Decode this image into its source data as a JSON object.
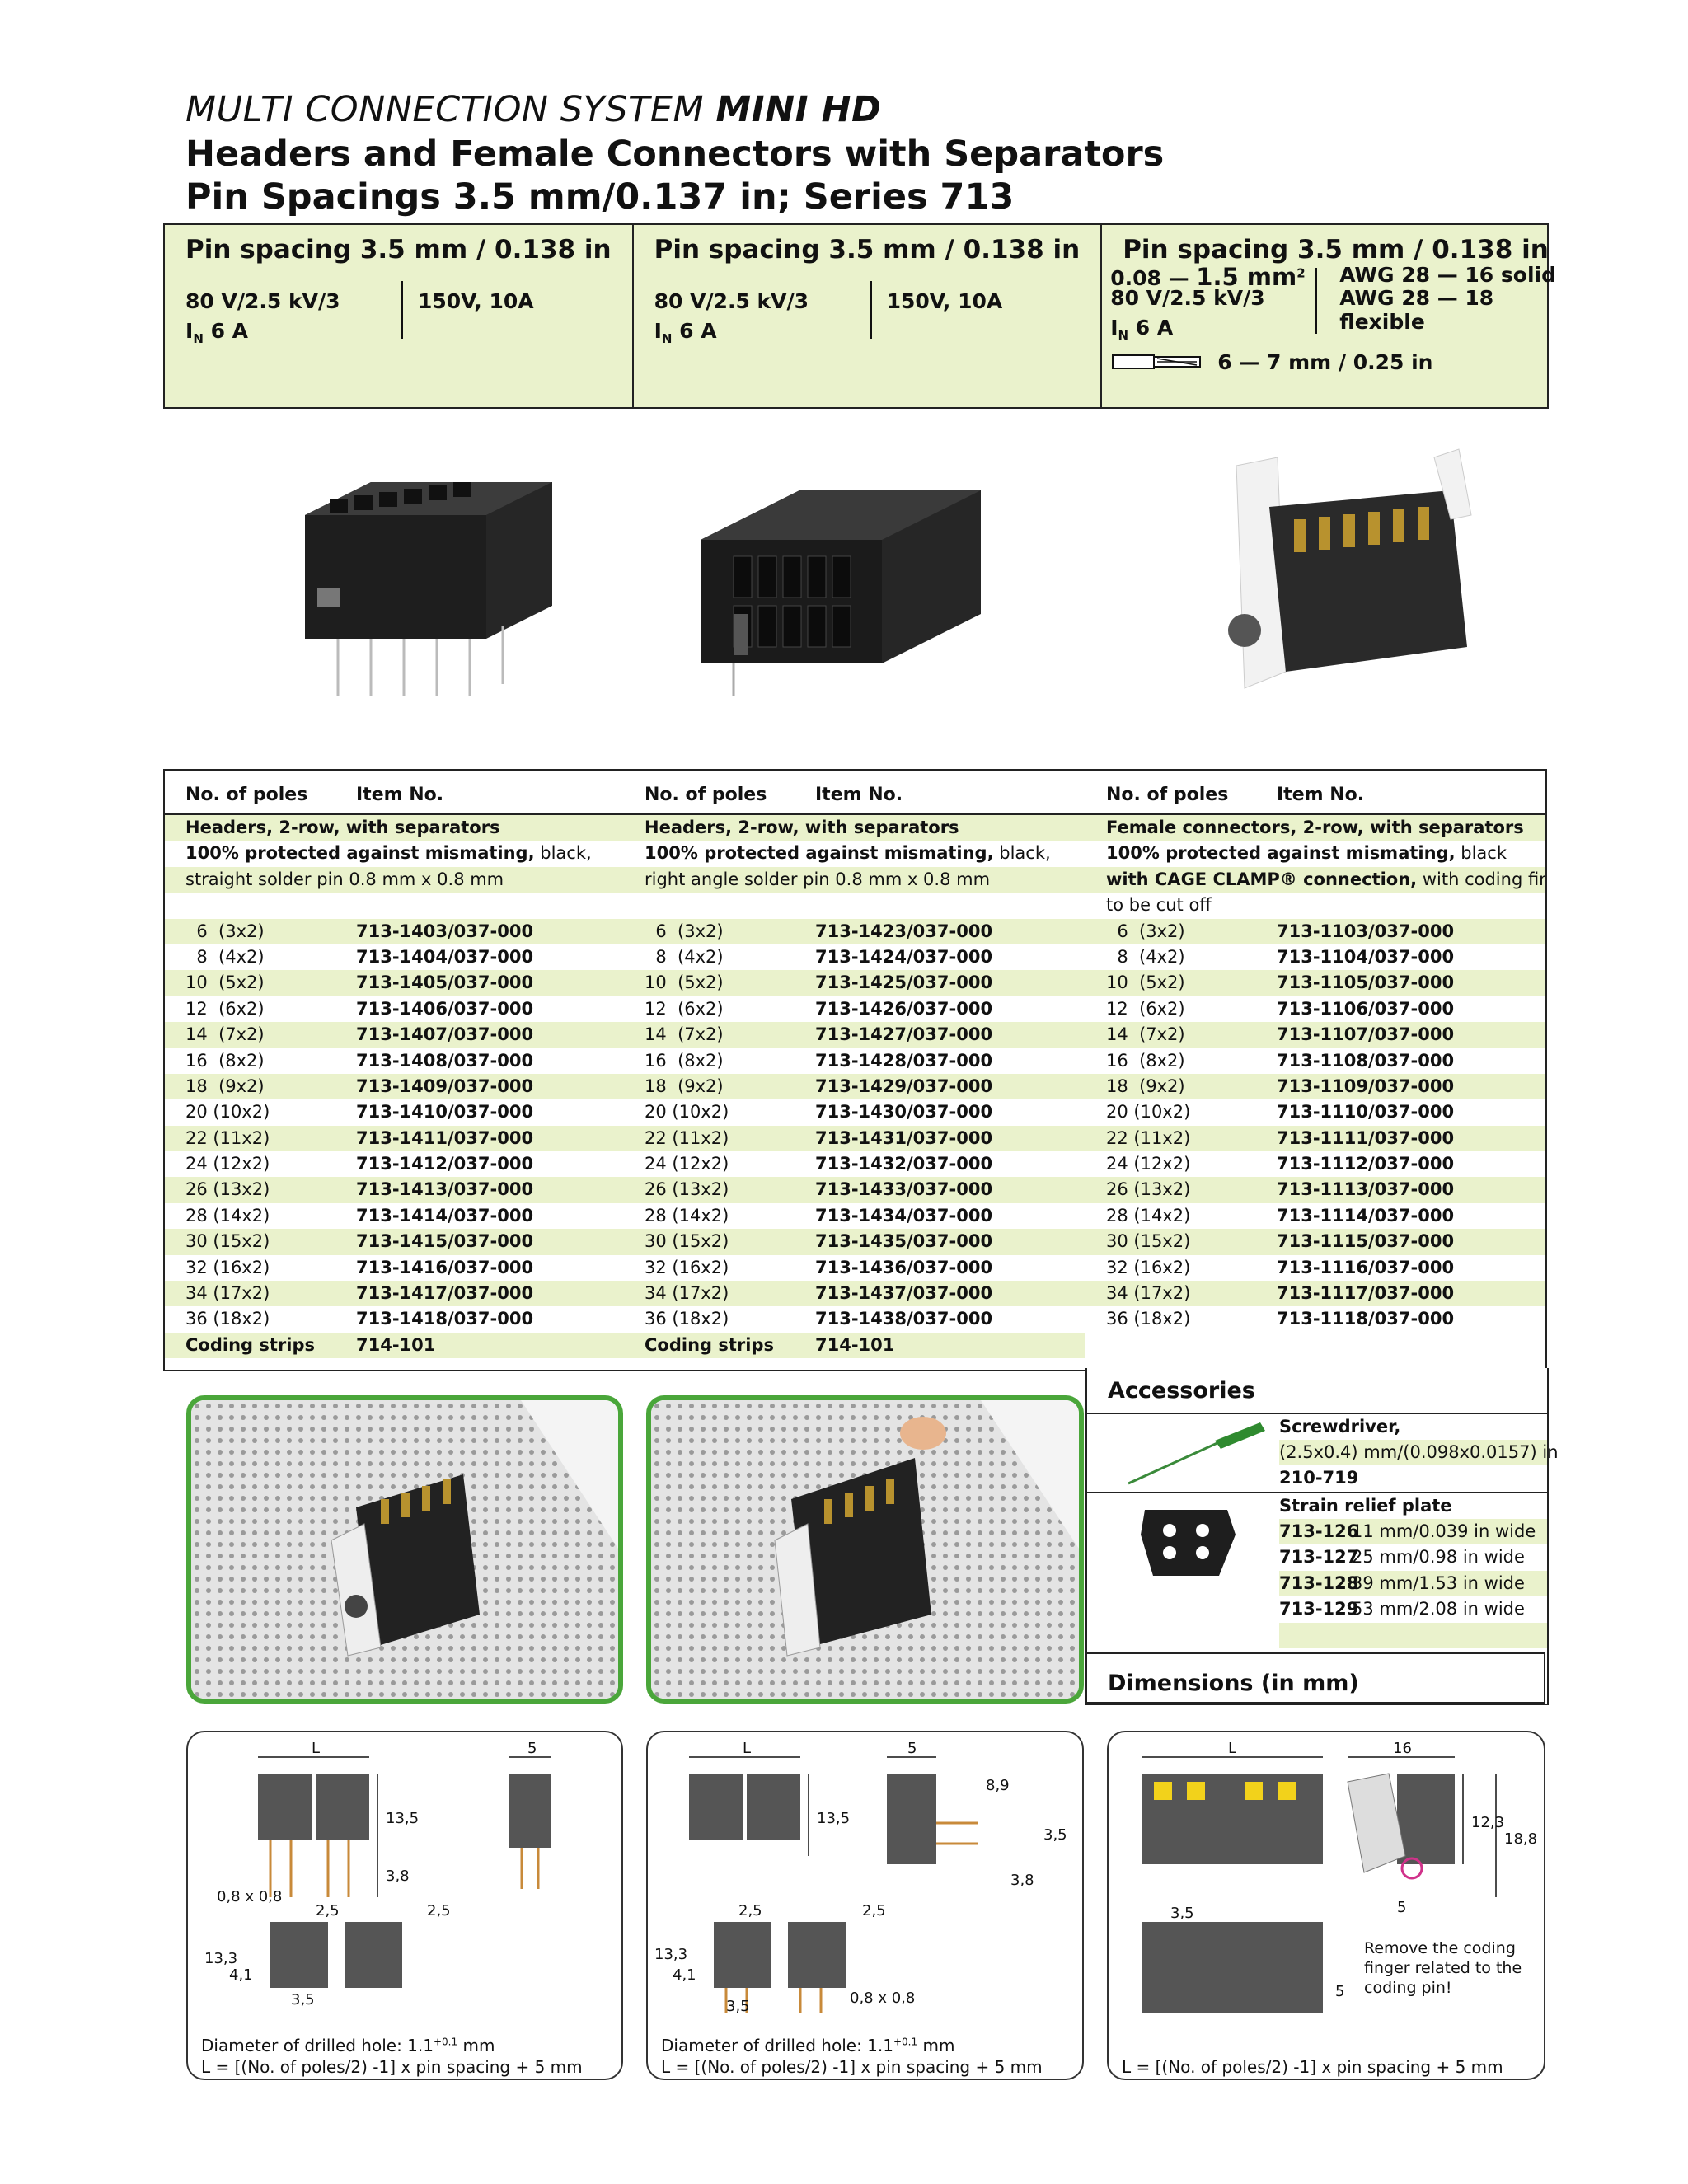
{
  "header": {
    "title_line1_a": "MULTI CONNECTION SYSTEM ",
    "title_line1_b": "MINI HD",
    "title_line2": "Headers and Female Connectors with Separators",
    "title_line3": "Pin Spacings 3.5 mm/0.137 in; Series 713"
  },
  "specs": [
    {
      "head": "Pin spacing 3.5 mm / 0.138 in",
      "left1": "80 V/2.5 kV/3",
      "left2": "I",
      "left2_sub": "N",
      "left2_val": " 6 A",
      "right1": "150V, 10A"
    },
    {
      "head": "Pin spacing 3.5 mm / 0.138 in",
      "left1": "80 V/2.5 kV/3",
      "left2": "I",
      "left2_sub": "N",
      "left2_val": " 6 A",
      "right1": "150V, 10A"
    },
    {
      "head": "Pin spacing 3.5 mm / 0.138 in",
      "wire_a": "0.08 — ",
      "wire_b": "1.5 mm",
      "wire_sup": "2",
      "left1": "80 V/2.5 kV/3",
      "left2": "I",
      "left2_sub": "N",
      "left2_val": " 6 A",
      "right1": "AWG 28 — 16 solid",
      "right2": "AWG 28 — 18 flexible",
      "strip": "6 — 7 mm / 0.25 in"
    }
  ],
  "tables": [
    {
      "col_poles": "No. of poles",
      "col_item": "Item No.",
      "desc": [
        {
          "bold": "Headers, 2-row, with separators",
          "normal": ""
        },
        {
          "bold": "100% protected against mismating,",
          "normal": " black,"
        },
        {
          "bold": "",
          "normal": "straight solder pin 0.8 mm x 0.8 mm"
        },
        {
          "bold": "",
          "normal": ""
        }
      ],
      "rows": [
        [
          "  6  (3x2)",
          "713-1403/037-000"
        ],
        [
          "  8  (4x2)",
          "713-1404/037-000"
        ],
        [
          "10  (5x2)",
          "713-1405/037-000"
        ],
        [
          "12  (6x2)",
          "713-1406/037-000"
        ],
        [
          "14  (7x2)",
          "713-1407/037-000"
        ],
        [
          "16  (8x2)",
          "713-1408/037-000"
        ],
        [
          "18  (9x2)",
          "713-1409/037-000"
        ],
        [
          "20 (10x2)",
          "713-1410/037-000"
        ],
        [
          "22 (11x2)",
          "713-1411/037-000"
        ],
        [
          "24 (12x2)",
          "713-1412/037-000"
        ],
        [
          "26 (13x2)",
          "713-1413/037-000"
        ],
        [
          "28 (14x2)",
          "713-1414/037-000"
        ],
        [
          "30 (15x2)",
          "713-1415/037-000"
        ],
        [
          "32 (16x2)",
          "713-1416/037-000"
        ],
        [
          "34 (17x2)",
          "713-1417/037-000"
        ],
        [
          "36 (18x2)",
          "713-1418/037-000"
        ]
      ],
      "coding": [
        "Coding strips",
        "714-101"
      ]
    },
    {
      "col_poles": "No. of poles",
      "col_item": "Item No.",
      "desc": [
        {
          "bold": "Headers, 2-row, with separators",
          "normal": ""
        },
        {
          "bold": "100% protected against mismating,",
          "normal": " black,"
        },
        {
          "bold": "",
          "normal": "right angle solder pin 0.8 mm x 0.8 mm"
        },
        {
          "bold": "",
          "normal": ""
        }
      ],
      "rows": [
        [
          "  6  (3x2)",
          "713-1423/037-000"
        ],
        [
          "  8  (4x2)",
          "713-1424/037-000"
        ],
        [
          "10  (5x2)",
          "713-1425/037-000"
        ],
        [
          "12  (6x2)",
          "713-1426/037-000"
        ],
        [
          "14  (7x2)",
          "713-1427/037-000"
        ],
        [
          "16  (8x2)",
          "713-1428/037-000"
        ],
        [
          "18  (9x2)",
          "713-1429/037-000"
        ],
        [
          "20 (10x2)",
          "713-1430/037-000"
        ],
        [
          "22 (11x2)",
          "713-1431/037-000"
        ],
        [
          "24 (12x2)",
          "713-1432/037-000"
        ],
        [
          "26 (13x2)",
          "713-1433/037-000"
        ],
        [
          "28 (14x2)",
          "713-1434/037-000"
        ],
        [
          "30 (15x2)",
          "713-1435/037-000"
        ],
        [
          "32 (16x2)",
          "713-1436/037-000"
        ],
        [
          "34 (17x2)",
          "713-1437/037-000"
        ],
        [
          "36 (18x2)",
          "713-1438/037-000"
        ]
      ],
      "coding": [
        "Coding strips",
        "714-101"
      ]
    },
    {
      "col_poles": "No. of poles",
      "col_item": "Item No.",
      "desc": [
        {
          "bold": "Female connectors, 2-row, with separators",
          "normal": ""
        },
        {
          "bold": "100% protected against mismating,",
          "normal": " black"
        },
        {
          "bold": "with CAGE CLAMP® connection,",
          "normal": " with coding fingers"
        },
        {
          "bold": "",
          "normal": "to be cut off"
        }
      ],
      "rows": [
        [
          "  6  (3x2)",
          "713-1103/037-000"
        ],
        [
          "  8  (4x2)",
          "713-1104/037-000"
        ],
        [
          "10  (5x2)",
          "713-1105/037-000"
        ],
        [
          "12  (6x2)",
          "713-1106/037-000"
        ],
        [
          "14  (7x2)",
          "713-1107/037-000"
        ],
        [
          "16  (8x2)",
          "713-1108/037-000"
        ],
        [
          "18  (9x2)",
          "713-1109/037-000"
        ],
        [
          "20 (10x2)",
          "713-1110/037-000"
        ],
        [
          "22 (11x2)",
          "713-1111/037-000"
        ],
        [
          "24 (12x2)",
          "713-1112/037-000"
        ],
        [
          "26 (13x2)",
          "713-1113/037-000"
        ],
        [
          "28 (14x2)",
          "713-1114/037-000"
        ],
        [
          "30 (15x2)",
          "713-1115/037-000"
        ],
        [
          "32 (16x2)",
          "713-1116/037-000"
        ],
        [
          "34 (17x2)",
          "713-1117/037-000"
        ],
        [
          "36 (18x2)",
          "713-1118/037-000"
        ]
      ]
    }
  ],
  "accessories": {
    "title": "Accessories",
    "screwdriver": {
      "name": "Screwdriver,",
      "size": "(2.5x0.4) mm/(0.098x0.0157) in",
      "item": "210-719"
    },
    "plate": {
      "name": "Strain relief plate",
      "items": [
        [
          "713-126",
          "11 mm/0.039 in wide"
        ],
        [
          "713-127",
          "25 mm/0.98 in wide"
        ],
        [
          "713-128",
          "39 mm/1.53 in wide"
        ],
        [
          "713-129",
          "53 mm/2.08 in wide"
        ]
      ]
    }
  },
  "dimensions_title": "Dimensions (in mm)",
  "drawings": [
    {
      "note1": "Diameter of drilled hole: 1.1",
      "note1_sup": "+0.1",
      "note1_unit": " mm",
      "note2": "L = [(No. of poles/2) -1] x pin spacing + 5 mm",
      "labels": {
        "L": "L",
        "five": "5",
        "h1": "13,5",
        "h2": "3,8",
        "pin": "0,8 x 0,8",
        "p1": "2,5",
        "p2": "2,5",
        "h3": "13,3",
        "h4": "4,1",
        "sp": "3,5"
      }
    },
    {
      "note1": "Diameter of drilled hole: 1.1",
      "note1_sup": "+0.1",
      "note1_unit": " mm",
      "note2": "L = [(No. of poles/2) -1] x pin spacing + 5 mm",
      "labels": {
        "L": "L",
        "five": "5",
        "h1": "13,5",
        "h2": "8,9",
        "h3": "3,5",
        "h5": "3,8",
        "p1": "2,5",
        "p2": "2,5",
        "h4": "13,3",
        "h6": "4,1",
        "sp": "3,5",
        "pin": "0,8 x 0,8"
      }
    },
    {
      "note2": "L = [(No. of poles/2) -1] x pin spacing + 5 mm",
      "remove": "Remove the coding finger related to the coding pin!",
      "labels": {
        "L": "L",
        "w16": "16",
        "h1": "12,3",
        "h2": "18,8",
        "sp": "3,5",
        "five": "5",
        "five2": "5"
      }
    }
  ]
}
